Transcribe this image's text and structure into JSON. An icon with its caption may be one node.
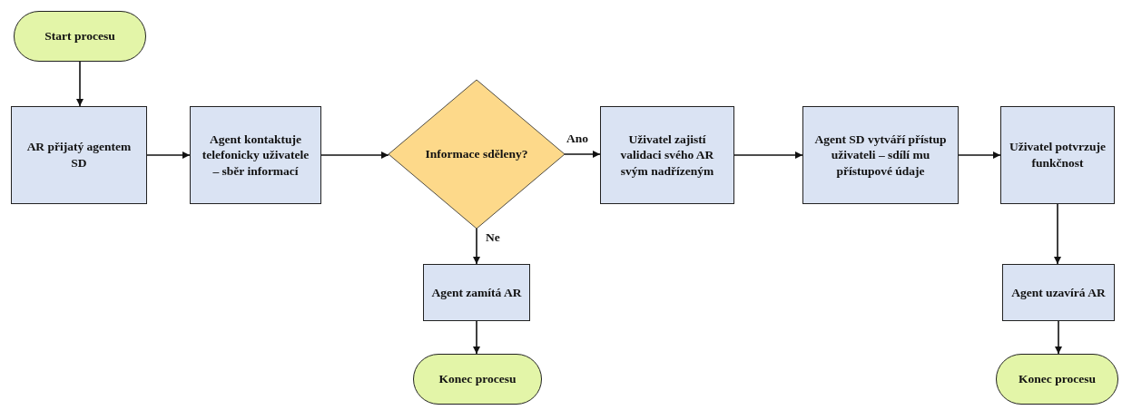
{
  "diagram": {
    "nodes": [
      {
        "text": [
          "Start procesu"
        ]
      },
      {
        "text": [
          "AR přijatý agentem SD"
        ]
      },
      {
        "text": [
          "Agent kontaktuje telefonicky uživatele – sběr informací"
        ]
      },
      {
        "text": [
          "Informace sděleny?"
        ]
      },
      {
        "text": [
          "Uživatel zajistí validaci svého AR svým nadřízeným"
        ]
      },
      {
        "text": [
          "Agent SD vytváří přístup uživateli – sdílí mu přístupové údaje"
        ]
      },
      {
        "text": [
          "Uživatel potvrzuje funkčnost"
        ]
      },
      {
        "text": [
          "Agent zamítá AR"
        ]
      },
      {
        "text": [
          "Konec procesu"
        ]
      },
      {
        "text": [
          "Agent uzavírá AR"
        ]
      },
      {
        "text": [
          "Konec procesu"
        ]
      }
    ],
    "edges": [
      {
        "from": 0,
        "to": 1,
        "arrow": "to"
      },
      {
        "from": 1,
        "to": 2,
        "arrow": "to"
      },
      {
        "from": 2,
        "to": 3,
        "arrow": "to"
      },
      {
        "from": 3,
        "to": 4,
        "arrow": "to",
        "label": "Ano"
      },
      {
        "from": 4,
        "to": 5,
        "arrow": "to"
      },
      {
        "from": 5,
        "to": 6,
        "arrow": "to"
      },
      {
        "from": 3,
        "to": 7,
        "arrow": "to",
        "label": "Ne"
      },
      {
        "from": 7,
        "to": 8,
        "arrow": "to"
      },
      {
        "from": 6,
        "to": 9,
        "arrow": "to"
      },
      {
        "from": 9,
        "to": 10,
        "arrow": "to"
      }
    ]
  }
}
